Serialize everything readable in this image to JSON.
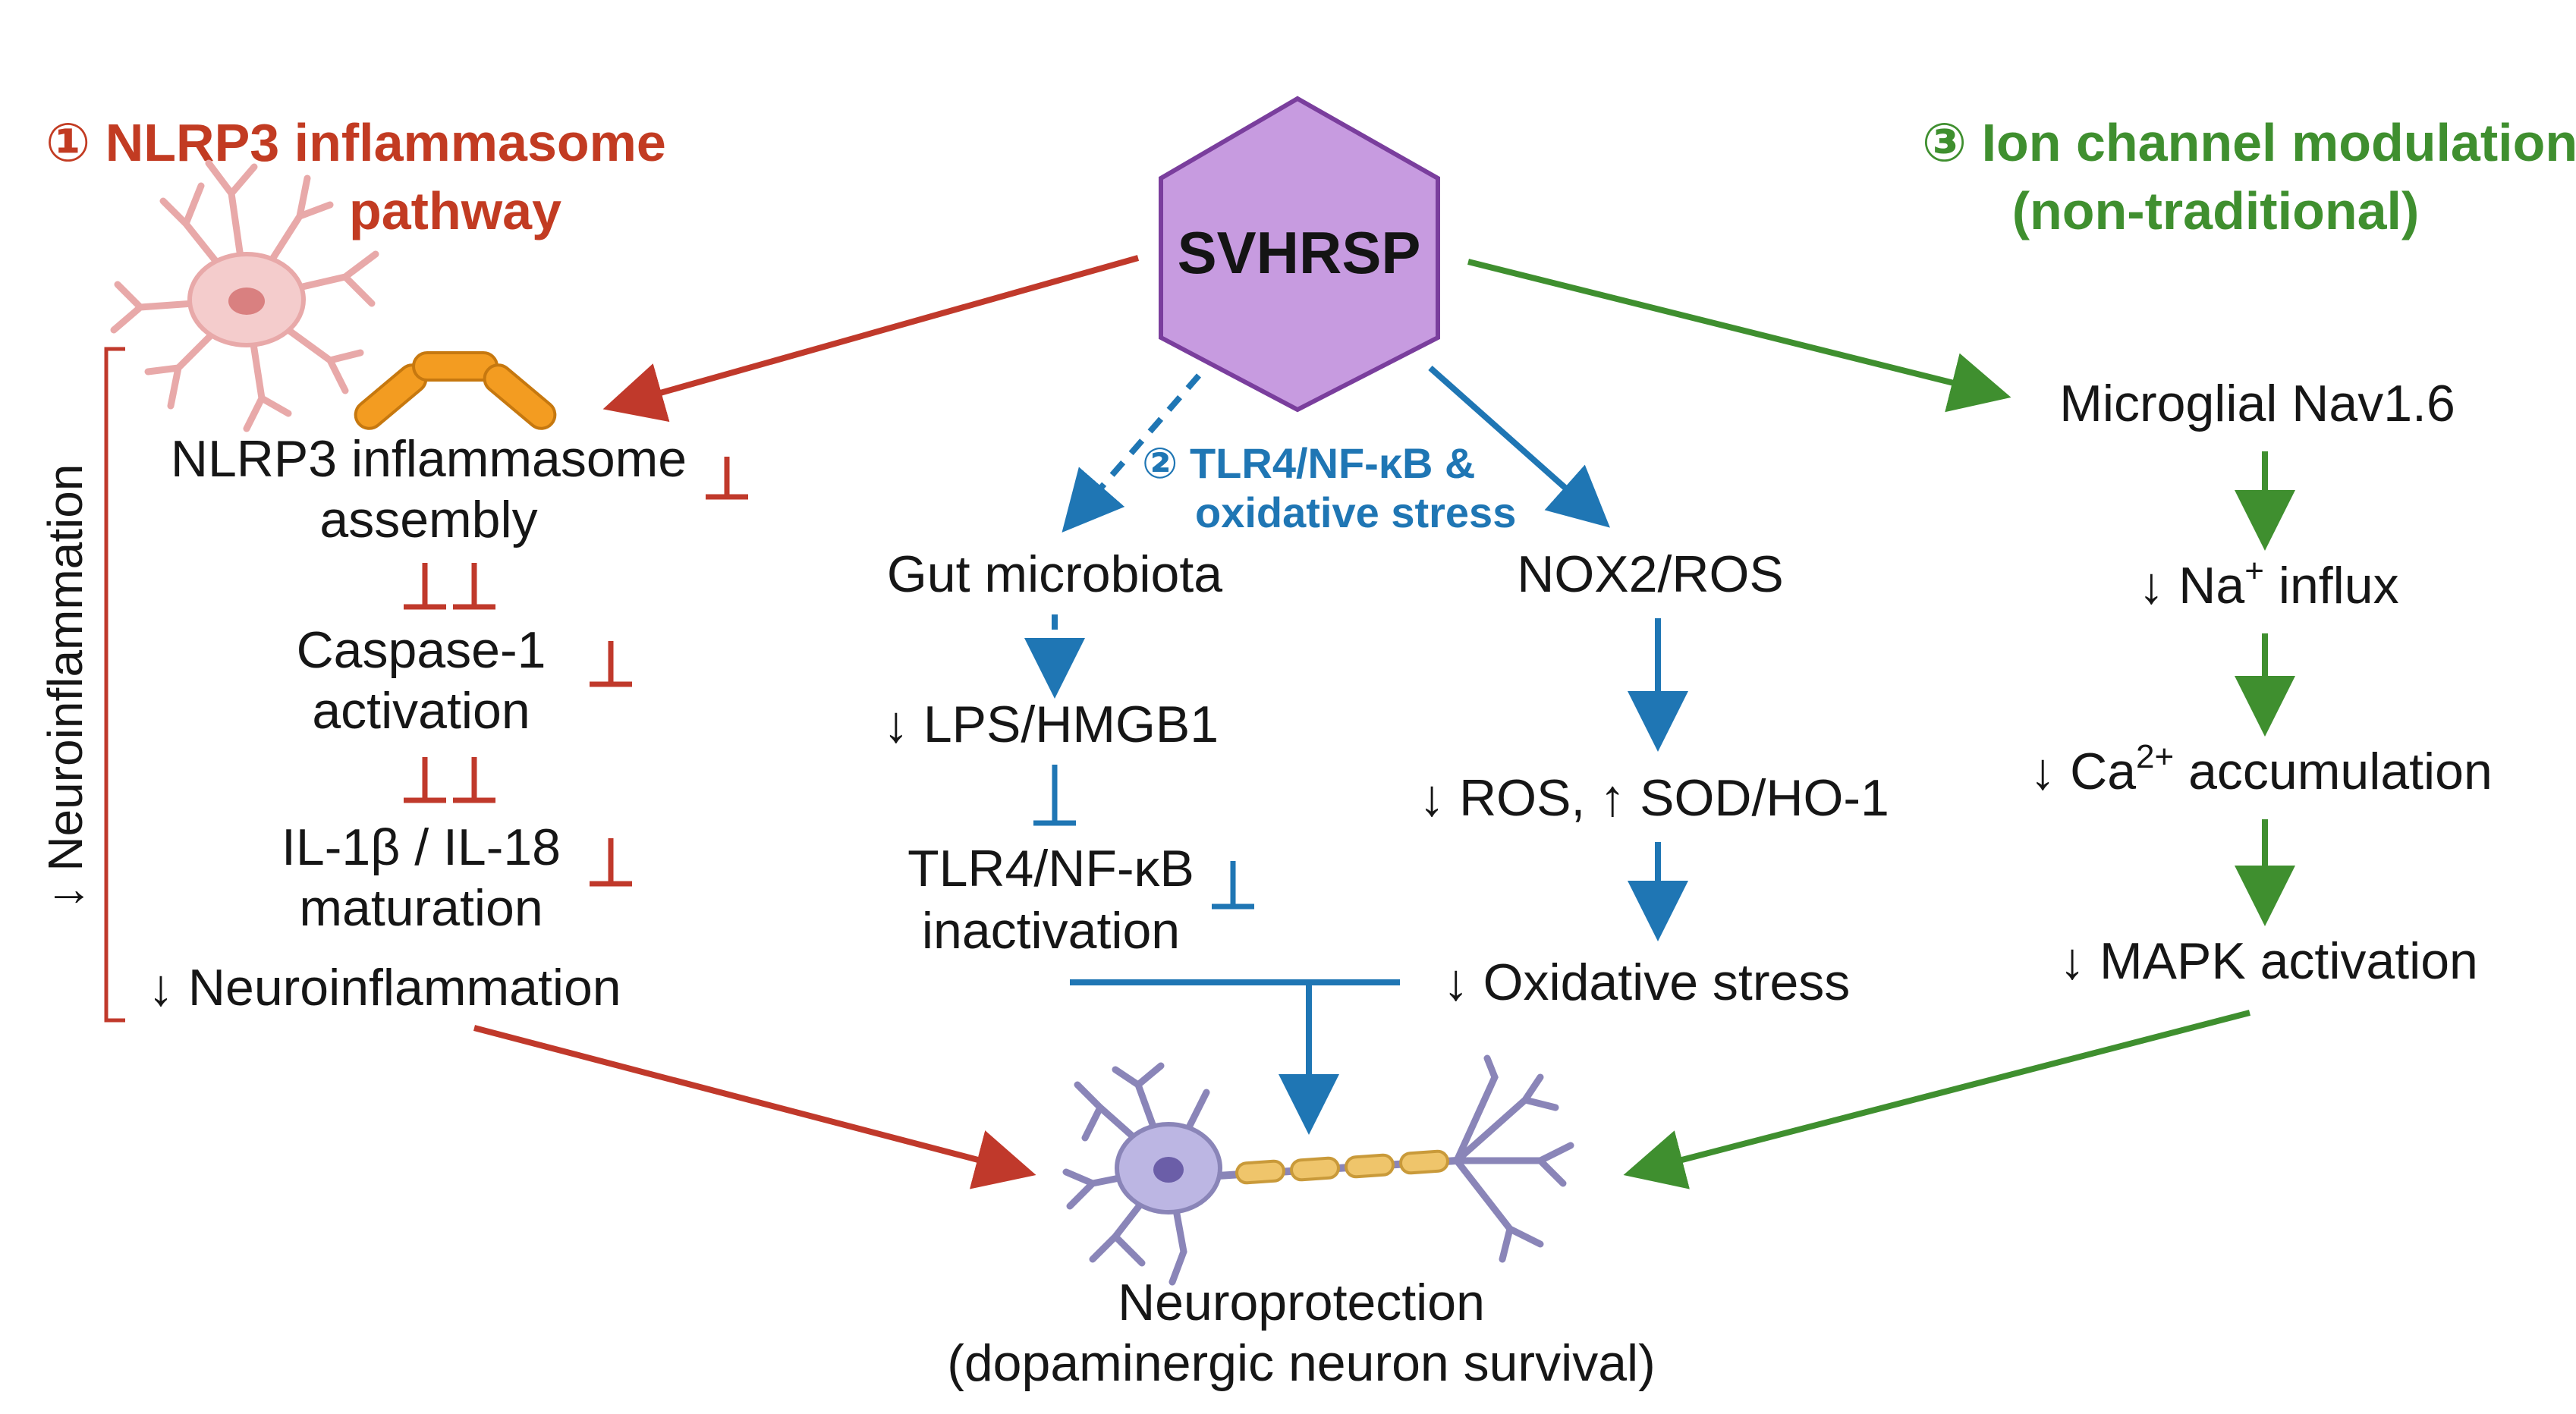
{
  "center": {
    "label": "SVHRSP"
  },
  "pathway1": {
    "title_line1": "① NLRP3 inflammasome",
    "title_line2": "pathway",
    "side_label": "↓ Neuroinflammation",
    "step1_line1": "NLRP3 inflammasome",
    "step1_line2": "assembly",
    "step2_line1": "Caspase-1",
    "step2_line2": "activation",
    "step3_line1": "IL-1β / IL-18",
    "step3_line2": "maturation",
    "step4": "↓ Neuroinflammation"
  },
  "pathway2": {
    "title_line1": "② TLR4/NF-κB &",
    "title_line2": "oxidative stress",
    "gut": "Gut microbiota",
    "lps": "↓ LPS/HMGB1",
    "tlr_line1": "TLR4/NF-κB",
    "tlr_line2": "inactivation",
    "nox": "NOX2/ROS",
    "ros": "↓ ROS, ↑ SOD/HO-1",
    "ox": "↓ Oxidative stress"
  },
  "pathway3": {
    "title_line1": "③ Ion channel modulation",
    "title_line2": "(non-traditional)",
    "nav": "Microglial Nav1.6",
    "na_prefix": "↓ Na",
    "na_sup": "+",
    "na_suffix": " influx",
    "ca_prefix": "↓ Ca",
    "ca_sup": "2+",
    "ca_suffix": " accumulation",
    "mapk": "↓ MAPK activation"
  },
  "outcome": {
    "line1": "Neuroprotection",
    "line2": "(dopaminergic neuron survival)"
  },
  "colors": {
    "red": "#c0392b",
    "blue": "#1f76b4",
    "green": "#3f8f2f",
    "hexagon_fill": "#c79be0",
    "hexagon_stroke": "#7a3e9d"
  }
}
